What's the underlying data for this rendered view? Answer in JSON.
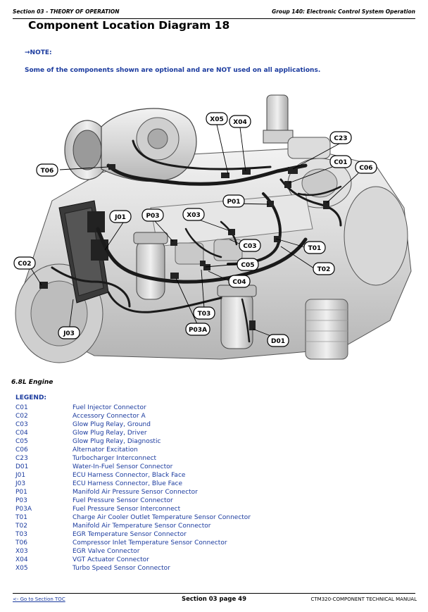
{
  "header": {
    "left": "Section 03 - THEORY OF OPERATION",
    "right": "Group 140: Electronic Control System Operation"
  },
  "title": "Component Location Diagram 18",
  "note_label": "→NOTE:",
  "note_text": "Some of the components shown are optional and are NOT used on all applications.",
  "caption": "6.8L Engine",
  "legend_title": "LEGEND:",
  "callouts": {
    "X05": "X05",
    "X04": "X04",
    "C23": "C23",
    "C01": "C01",
    "C06": "C06",
    "T06": "T06",
    "P01": "P01",
    "J01": "J01",
    "P03": "P03",
    "X03": "X03",
    "C03": "C03",
    "T01": "T01",
    "C02": "C02",
    "C05": "C05",
    "T02": "T02",
    "C04": "C04",
    "T03": "T03",
    "J03": "J03",
    "P03A": "P03A",
    "D01": "D01"
  },
  "legend": [
    {
      "code": "C01",
      "desc": "Fuel Injector Connector"
    },
    {
      "code": "C02",
      "desc": "Accessory Connector A"
    },
    {
      "code": "C03",
      "desc": "Glow Plug Relay, Ground"
    },
    {
      "code": "C04",
      "desc": "Glow Plug Relay, Driver"
    },
    {
      "code": "C05",
      "desc": "Glow Plug Relay, Diagnostic"
    },
    {
      "code": "C06",
      "desc": "Alternator Excitation"
    },
    {
      "code": "C23",
      "desc": "Turbocharger Interconnect"
    },
    {
      "code": "D01",
      "desc": "Water-In-Fuel Sensor Connector"
    },
    {
      "code": "J01",
      "desc": "ECU Harness Connector, Black Face"
    },
    {
      "code": "J03",
      "desc": "ECU Harness Connector, Blue Face"
    },
    {
      "code": "P01",
      "desc": "Manifold Air Pressure Sensor Connector"
    },
    {
      "code": "P03",
      "desc": "Fuel Pressure Sensor Connector"
    },
    {
      "code": "P03A",
      "desc": "Fuel Pressure Sensor Interconnect"
    },
    {
      "code": "T01",
      "desc": "Charge Air Cooler Outlet Temperature Sensor Connector"
    },
    {
      "code": "T02",
      "desc": "Manifold Air Temperature Sensor Connector"
    },
    {
      "code": "T03",
      "desc": "EGR Temperature Sensor Connector"
    },
    {
      "code": "T06",
      "desc": "Compressor Inlet Temperature Sensor Connector"
    },
    {
      "code": "X03",
      "desc": "EGR Valve Connector"
    },
    {
      "code": "X04",
      "desc": "VGT Actuator Connector"
    },
    {
      "code": "X05",
      "desc": "Turbo Speed Sensor Connector"
    }
  ],
  "footer": {
    "left": "<- Go to Section TOC",
    "center": "Section 03 page 49",
    "right": "CTM320-COMPONENT TECHNICAL MANUAL"
  }
}
